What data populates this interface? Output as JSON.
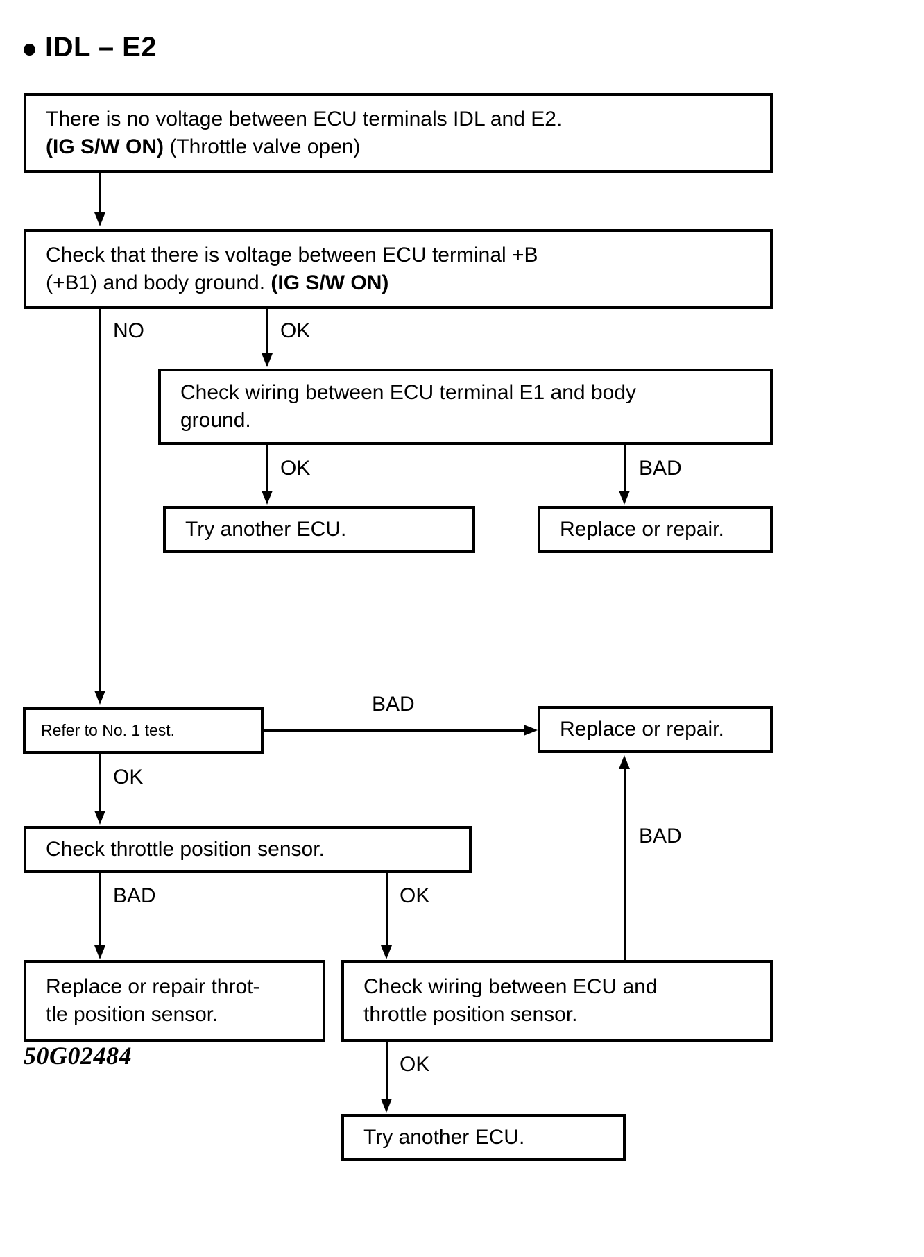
{
  "title": {
    "bullet": "bullet-dot",
    "text": "IDL – E2"
  },
  "caption": "50G02484",
  "nodes": {
    "symptom": {
      "line1": "There is no voltage between ECU terminals IDL and E2.",
      "line2_bold": "(IG S/W ON)",
      "line2_rest": " (Throttle valve open)"
    },
    "check_b_voltage": {
      "line1": "Check that there is voltage between ECU terminal +B",
      "line2_pre": "(+B1) and body ground. ",
      "line2_bold": "(IG S/W ON)"
    },
    "check_e1_wiring": {
      "line1": "Check wiring between ECU terminal E1 and body",
      "line2": "ground."
    },
    "try_ecu_1": {
      "text": "Try another ECU."
    },
    "replace_repair_1": {
      "text": "Replace or repair."
    },
    "refer_no1_test": {
      "text": "Refer to No. 1 test."
    },
    "replace_repair_2": {
      "text": "Replace or repair."
    },
    "check_tps": {
      "text": "Check throttle position sensor."
    },
    "replace_tps": {
      "line1": "Replace or repair throt-",
      "line2": "tle position sensor."
    },
    "check_tps_wiring": {
      "line1": "Check wiring between ECU and",
      "line2": "throttle position sensor."
    },
    "try_ecu_2": {
      "text": "Try another ECU."
    }
  },
  "edges": {
    "symptom_to_check_b": "",
    "check_b_no": "NO",
    "check_b_ok": "OK",
    "check_e1_ok": "OK",
    "check_e1_bad": "BAD",
    "refer_bad": "BAD",
    "refer_ok": "OK",
    "tps_bad": "BAD",
    "tps_ok": "OK",
    "tps_wiring_bad": "BAD",
    "tps_wiring_ok": "OK"
  },
  "colors": {
    "ink": "#000000",
    "paper": "#ffffff"
  }
}
